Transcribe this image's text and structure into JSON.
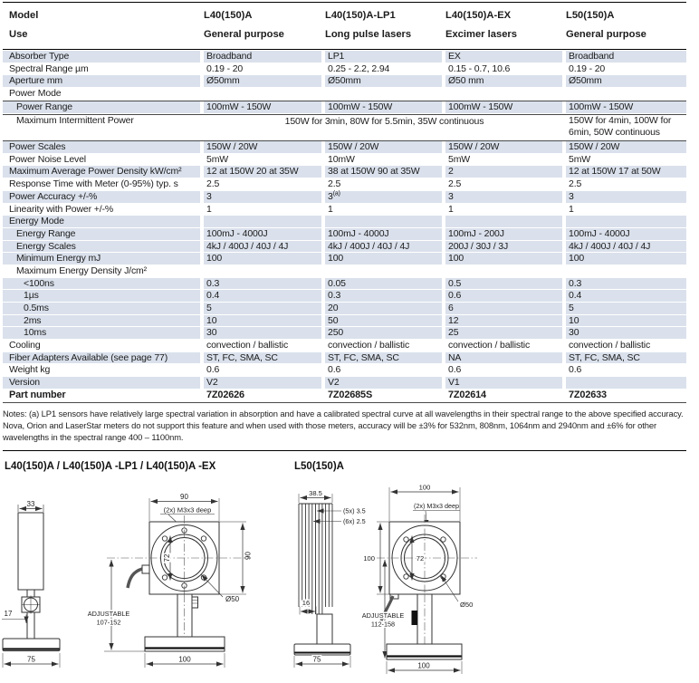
{
  "table": {
    "header": {
      "model_label": "Model",
      "use_label": "Use",
      "columns": [
        {
          "model": "L40(150)A",
          "use": "General purpose"
        },
        {
          "model": "L40(150)A-LP1",
          "use": "Long pulse lasers"
        },
        {
          "model": "L40(150)A-EX",
          "use": "Excimer lasers"
        },
        {
          "model": "L50(150)A",
          "use": "General purpose"
        }
      ]
    },
    "rows": [
      {
        "label": "Absorber Type",
        "indent": 0,
        "shaded": true,
        "values": [
          "Broadband",
          "LP1",
          "EX",
          "Broadband"
        ]
      },
      {
        "label": "Spectral Range µm",
        "indent": 0,
        "shaded": false,
        "values": [
          "0.19 - 20",
          "0.25 - 2.2, 2.94",
          "0.15 - 0.7, 10.6",
          "0.19 - 20"
        ]
      },
      {
        "label": "Aperture mm",
        "indent": 0,
        "shaded": true,
        "values": [
          "Ø50mm",
          "Ø50mm",
          "Ø50 mm",
          "Ø50mm"
        ]
      },
      {
        "label": "Power Mode",
        "indent": 0,
        "shaded": false,
        "values": null,
        "section": true,
        "rule_below": true
      },
      {
        "label": "Power Range",
        "indent": 1,
        "shaded": true,
        "values": [
          "100mW - 150W",
          "100mW - 150W",
          "100mW - 150W",
          "100mW - 150W"
        ],
        "rule_below": true
      },
      {
        "label": "Maximum Intermittent Power",
        "indent": 1,
        "shaded": false,
        "tall": true,
        "rule_below": true,
        "merged": {
          "span_text": "150W for 3min, 80W for 5.5min, 35W continuous",
          "last": "150W for 4min, 100W for 6min, 50W continuous"
        }
      },
      {
        "label": "Power Scales",
        "indent": 0,
        "shaded": true,
        "values": [
          "150W / 20W",
          "150W / 20W",
          "150W / 20W",
          "150W / 20W"
        ]
      },
      {
        "label": "Power Noise Level",
        "indent": 0,
        "shaded": false,
        "values": [
          "5mW",
          "10mW",
          "5mW",
          "5mW"
        ]
      },
      {
        "label": "Maximum Average Power Density kW/cm²",
        "indent": 0,
        "shaded": true,
        "values": [
          "12 at 150W   20 at 35W",
          "38 at 150W 90 at 35W",
          "2",
          "12 at 150W  17 at 50W"
        ]
      },
      {
        "label": "Response Time with Meter (0-95%) typ. s",
        "indent": 0,
        "shaded": false,
        "values": [
          "2.5",
          "2.5",
          "2.5",
          "2.5"
        ]
      },
      {
        "label": "Power Accuracy +/-%",
        "indent": 0,
        "shaded": true,
        "values": [
          "3",
          {
            "v": "3",
            "sup": "(a)"
          },
          "3",
          "3"
        ]
      },
      {
        "label": "Linearity with Power +/-%",
        "indent": 0,
        "shaded": false,
        "values": [
          "1",
          "1",
          "1",
          "1"
        ]
      },
      {
        "label": "Energy Mode",
        "indent": 0,
        "shaded": true,
        "values": [
          "",
          "",
          "",
          ""
        ],
        "section": true
      },
      {
        "label": "Energy Range",
        "indent": 1,
        "shaded": true,
        "values": [
          "100mJ - 4000J",
          "100mJ - 4000J",
          "100mJ - 200J",
          "100mJ - 4000J"
        ]
      },
      {
        "label": "Energy Scales",
        "indent": 1,
        "shaded": true,
        "values": [
          "4kJ / 400J / 40J / 4J",
          "4kJ / 400J / 40J / 4J",
          "200J / 30J / 3J",
          "4kJ / 400J / 40J / 4J"
        ]
      },
      {
        "label": "Minimum Energy mJ",
        "indent": 1,
        "shaded": true,
        "values": [
          "100",
          "100",
          "100",
          "100"
        ]
      },
      {
        "label": "Maximum Energy Density J/cm²",
        "indent": 1,
        "shaded": false,
        "values": [
          "",
          "",
          "",
          ""
        ]
      },
      {
        "label": "<100ns",
        "indent": 2,
        "shaded": true,
        "values": [
          "0.3",
          "0.05",
          "0.5",
          "0.3"
        ]
      },
      {
        "label": "1µs",
        "indent": 2,
        "shaded": true,
        "values": [
          "0.4",
          "0.3",
          "0.6",
          "0.4"
        ]
      },
      {
        "label": "0.5ms",
        "indent": 2,
        "shaded": true,
        "values": [
          "5",
          "20",
          "6",
          "5"
        ]
      },
      {
        "label": "2ms",
        "indent": 2,
        "shaded": true,
        "values": [
          "10",
          "50",
          "12",
          "10"
        ]
      },
      {
        "label": "10ms",
        "indent": 2,
        "shaded": true,
        "values": [
          "30",
          "250",
          "25",
          "30"
        ]
      },
      {
        "label": "Cooling",
        "indent": 0,
        "shaded": false,
        "values": [
          "convection / ballistic",
          "convection / ballistic",
          "convection / ballistic",
          "convection / ballistic"
        ]
      },
      {
        "label": "Fiber Adapters Available (see page 77)",
        "indent": 0,
        "shaded": true,
        "values": [
          "ST, FC, SMA, SC",
          "ST, FC, SMA, SC",
          "NA",
          "ST, FC, SMA, SC"
        ]
      },
      {
        "label": "Weight kg",
        "indent": 0,
        "shaded": false,
        "values": [
          "0.6",
          "0.6",
          "0.6",
          "0.6"
        ]
      },
      {
        "label": "Version",
        "indent": 0,
        "shaded": true,
        "values": [
          "V2",
          "V2",
          "V1",
          ""
        ]
      },
      {
        "label": "Part number",
        "indent": 0,
        "shaded": false,
        "bold": true,
        "rule_below": true,
        "values": [
          "7Z02626",
          "7Z02685S",
          "7Z02614",
          "7Z02633"
        ]
      }
    ],
    "notes": "Notes: (a) LP1 sensors have relatively large spectral variation in absorption and have a calibrated spectral curve at all wavelengths in their spectral range to the above specified accuracy. Nova, Orion and LaserStar meters do not support this feature and when used with those meters, accuracy will be ±3% for 532nm, 808nm, 1064nm and 2940nm and ±6% for other wavelengths in the spectral range 400 – 1100nm."
  },
  "drawings": {
    "left": {
      "title": "L40(150)A / L40(150)A -LP1 / L40(150)A -EX",
      "side": {
        "width_top": "33",
        "clamp_offset": "17",
        "base_width": "75"
      },
      "front": {
        "width_top": "90",
        "screw_note": "(2x) M3x3 deep",
        "aperture_inner": "72",
        "height_right": "90",
        "aperture_dia": "Ø50",
        "adjustable_label": "ADJUSTABLE",
        "adjustable_range": "107-152",
        "base_width": "100"
      }
    },
    "right": {
      "title": "L50(150)A",
      "side": {
        "width_top": "38.5",
        "fin_pitch_a": "(5x)  3.5",
        "fin_pitch_b": "(6x)  2.5",
        "fin_depth": "16",
        "base_width": "75"
      },
      "front": {
        "width_top": "100",
        "screw_note": "(2x) M3x3 deep",
        "aperture_inner": "72",
        "height_left": "100",
        "aperture_dia": "Ø50",
        "adjustable_label": "ADJUSTABLE",
        "adjustable_range": "112-158",
        "base_width": "100"
      }
    }
  }
}
